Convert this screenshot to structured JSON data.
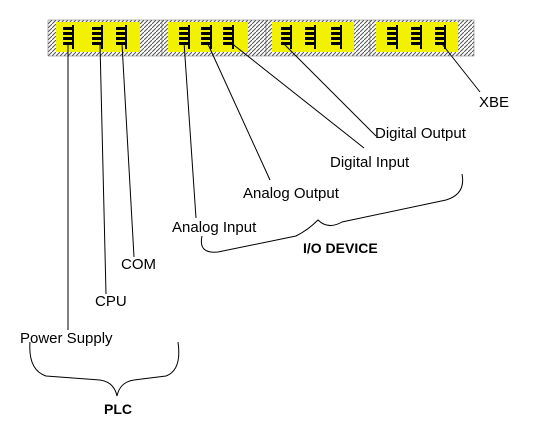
{
  "colors": {
    "module_fill": "#f2f200",
    "module_edge": "#000000",
    "hatch": "#555555",
    "line": "#000000"
  },
  "rack": {
    "module_count": 4,
    "slots_per_module": 3
  },
  "labels": {
    "power_supply": "Power Supply",
    "cpu": "CPU",
    "com": "COM",
    "analog_input": "Analog Input",
    "analog_output": "Analog Output",
    "digital_input": "Digital Input",
    "digital_output": "Digital Output",
    "xbe": "XBE",
    "plc": "PLC",
    "io_device": "I/O DEVICE"
  }
}
